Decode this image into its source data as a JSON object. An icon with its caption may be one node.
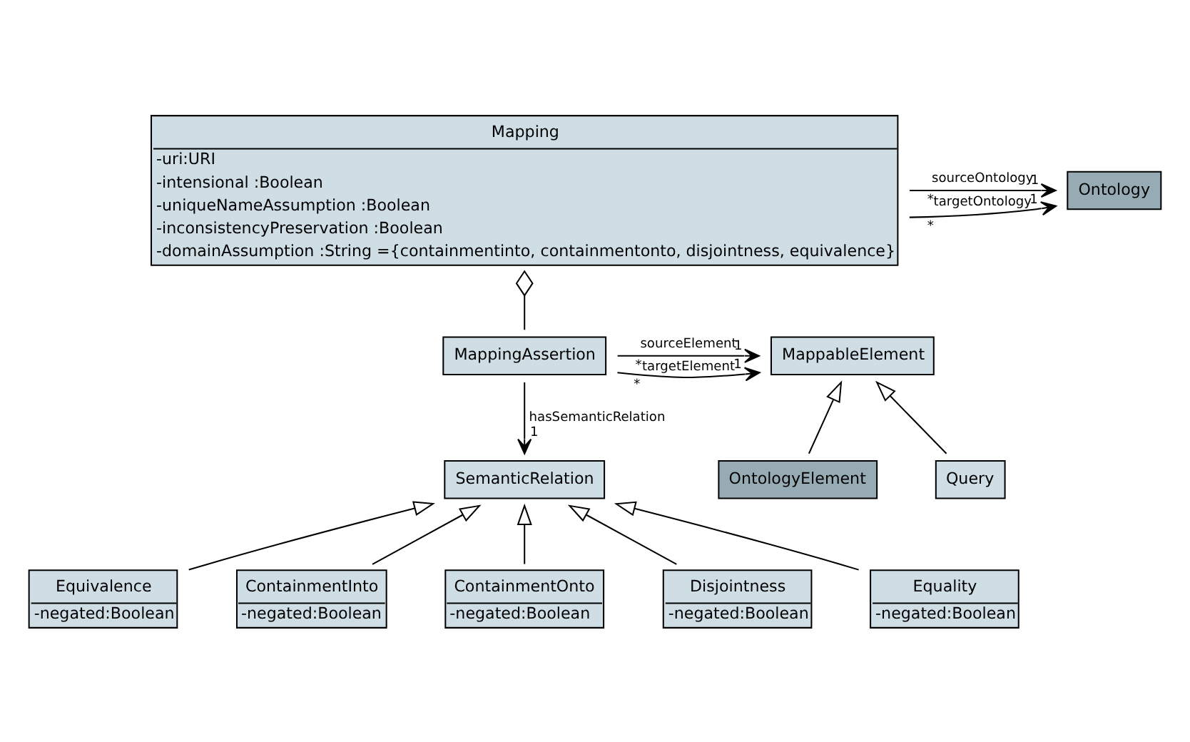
{
  "diagram": {
    "nodes": [
      {
        "text": [
          "Mapping",
          "-uri:URI",
          "-intensional :Boolean",
          "-uniqueNameAssumption :Boolean",
          "-inconsistencyPreservation :Boolean",
          "-domainAssumption :String ={containmentinto, containmentonto, disjointness, equivalence}"
        ]
      },
      {
        "text": [
          "Ontology"
        ]
      },
      {
        "text": [
          "MappingAssertion"
        ]
      },
      {
        "text": [
          "MappableElement"
        ]
      },
      {
        "text": [
          "SemanticRelation"
        ]
      },
      {
        "text": [
          "OntologyElement"
        ]
      },
      {
        "text": [
          "Query"
        ]
      },
      {
        "text": [
          "Equivalence",
          "-negated:Boolean"
        ]
      },
      {
        "text": [
          "ContainmentInto",
          "-negated:Boolean"
        ]
      },
      {
        "text": [
          "ContainmentOnto",
          "-negated:Boolean"
        ]
      },
      {
        "text": [
          "Disjointness",
          "-negated:Boolean"
        ]
      },
      {
        "text": [
          "Equality",
          "-negated:Boolean"
        ]
      }
    ],
    "edges": [
      {
        "from": 0,
        "to": 1,
        "arrow": "to",
        "label": "sourceOntology"
      },
      {
        "from": 0,
        "to": 1,
        "arrow": "to",
        "label": "targetOntology"
      },
      {
        "from": 2,
        "to": 0,
        "arrow": "other"
      },
      {
        "from": 2,
        "to": 3,
        "arrow": "to",
        "label": "sourceElement"
      },
      {
        "from": 2,
        "to": 3,
        "arrow": "to",
        "label": "targetElement"
      },
      {
        "from": 2,
        "to": 4,
        "arrow": "to",
        "label": "hasSemanticRelation"
      },
      {
        "from": 5,
        "to": 3,
        "arrow": "to"
      },
      {
        "from": 6,
        "to": 3,
        "arrow": "to"
      },
      {
        "from": 7,
        "to": 4,
        "arrow": "to"
      },
      {
        "from": 8,
        "to": 4,
        "arrow": "to"
      },
      {
        "from": 9,
        "to": 4,
        "arrow": "to"
      },
      {
        "from": 10,
        "to": 4,
        "arrow": "to"
      },
      {
        "from": 11,
        "to": 4,
        "arrow": "to"
      }
    ],
    "labels": [
      "*",
      "1",
      "*",
      "1",
      "*",
      "1",
      "*",
      "1",
      "1"
    ]
  }
}
